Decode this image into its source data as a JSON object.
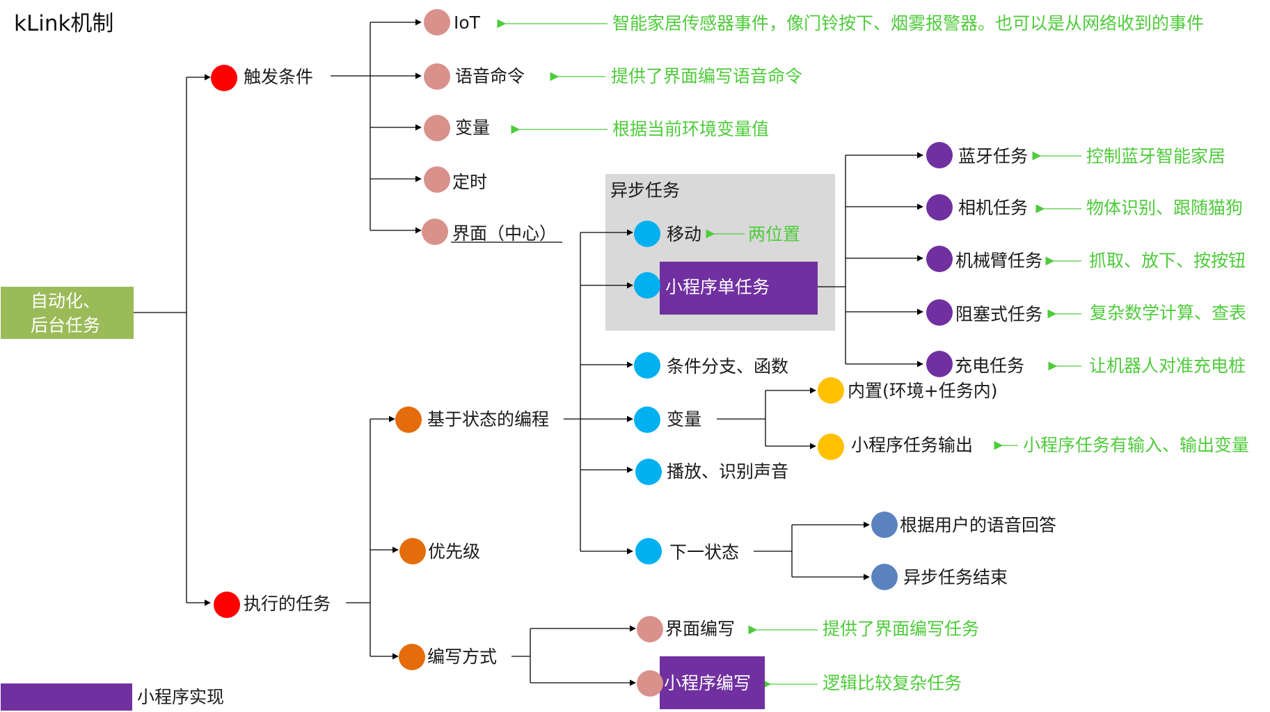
{
  "title": "kLink机制",
  "colors": {
    "red": "#ff0000",
    "pink": "#d9918c",
    "blue": "#00b0f0",
    "orange": "#e46c0a",
    "purple": "#7030a0",
    "yellow": "#ffc000",
    "steel": "#5a82bf",
    "green_box": "#9bbb59",
    "green_note": "#4ecb3a",
    "gray_group": "#d9d9d9"
  },
  "root": {
    "line1": "自动化、",
    "line2": "后台任务"
  },
  "branches": {
    "trigger": "触发条件",
    "execute": "执行的任务"
  },
  "triggers": [
    {
      "label": "IoT",
      "note": "智能家居传感器事件，像门铃按下、烟雾报警器。也可以是从网络收到的事件"
    },
    {
      "label": "语音命令",
      "note": "提供了界面编写语音命令"
    },
    {
      "label": "变量",
      "note": "根据当前环境变量值"
    },
    {
      "label": "定时",
      "note": ""
    },
    {
      "label": "界面（中心）",
      "note": ""
    }
  ],
  "execute_items": {
    "state_programming": "基于状态的编程",
    "priority": "优先级",
    "writing_method": "编写方式"
  },
  "async_group": {
    "title": "异步任务"
  },
  "state_items": {
    "move": {
      "label": "移动",
      "note": "两位置"
    },
    "mini_single": {
      "label": "小程序单任务"
    },
    "branch_func": {
      "label": "条件分支、函数"
    },
    "variable": {
      "label": "变量"
    },
    "play_sound": {
      "label": "播放、识别声音"
    },
    "next_state": {
      "label": "下一状态"
    }
  },
  "mini_tasks": [
    {
      "label": "蓝牙任务",
      "note": "控制蓝牙智能家居"
    },
    {
      "label": "相机任务",
      "note": "物体识别、跟随猫狗"
    },
    {
      "label": "机械臂任务",
      "note": "抓取、放下、按按钮"
    },
    {
      "label": "阻塞式任务",
      "note": "复杂数学计算、查表"
    },
    {
      "label": "充电任务",
      "note": "让机器人对准充电桩"
    }
  ],
  "variable_items": [
    {
      "label": "内置(环境+任务内)",
      "note": ""
    },
    {
      "label": "小程序任务输出",
      "note": "小程序任务有输入、输出变量"
    }
  ],
  "next_state_items": [
    {
      "label": "根据用户的语音回答"
    },
    {
      "label": "异步任务结束"
    }
  ],
  "writing_items": [
    {
      "label": "界面编写",
      "note": "提供了界面编写任务"
    },
    {
      "label": "小程序编写",
      "note": "逻辑比较复杂任务"
    }
  ],
  "legend": {
    "label": "小程序实现"
  }
}
